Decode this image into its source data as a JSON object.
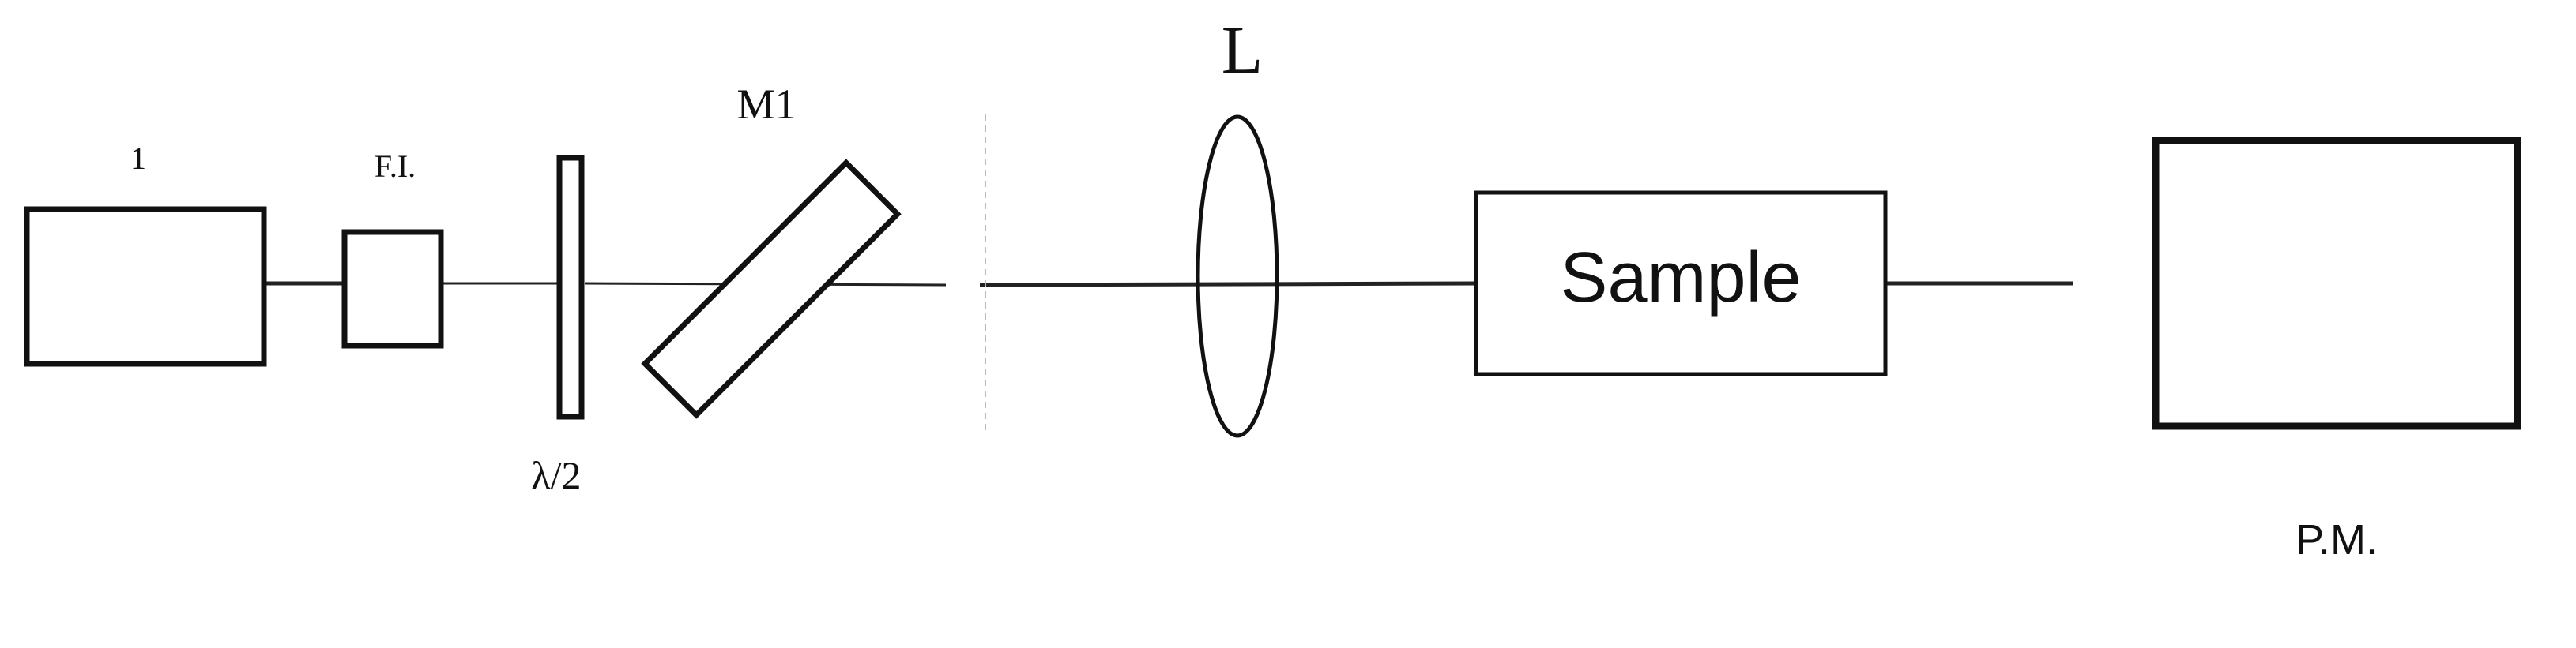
{
  "diagram": {
    "labels": {
      "laser": "1",
      "faraday_isolator": "F.I.",
      "half_wave_plate": "λ/2",
      "mirror": "M1",
      "lens": "L",
      "sample": "Sample",
      "power_meter": "P.M."
    },
    "colors": {
      "stroke": "#111111",
      "beam": "#222222",
      "guide": "#bbbbbb",
      "background": "#ffffff"
    }
  }
}
